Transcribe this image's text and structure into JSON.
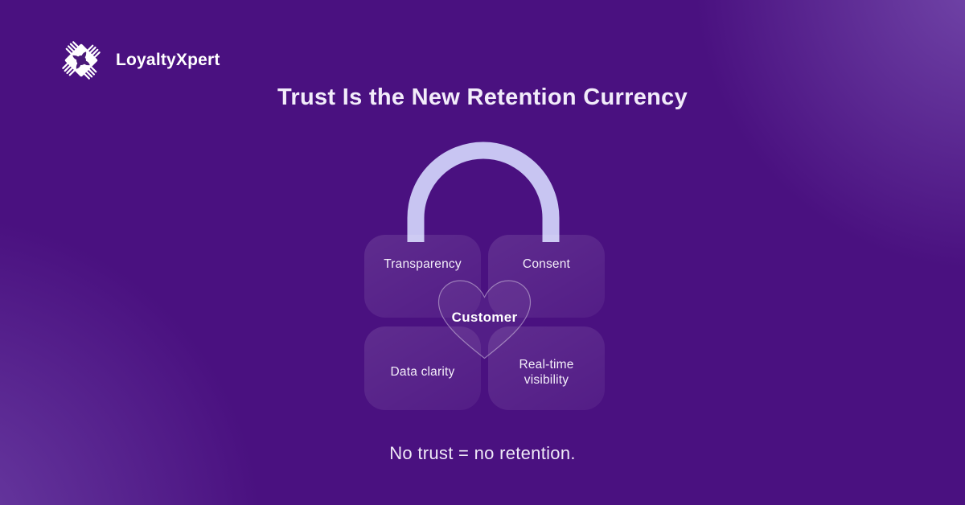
{
  "brand": {
    "name": "LoyaltyXpert"
  },
  "title": "Trust Is the New Retention Currency",
  "lock": {
    "pillars": [
      {
        "label": "Transparency"
      },
      {
        "label": "Consent"
      },
      {
        "label": "Data clarity"
      },
      {
        "label": "Real-time visibility"
      }
    ],
    "center_label": "Customer"
  },
  "footer": {
    "tagline": "No trust = no retention."
  },
  "colors": {
    "background_base": "#4a1180",
    "background_glow": "#8d6ec7",
    "card_tint": "rgba(255,255,255,0.09)",
    "shackle": "#c8c5f2",
    "heart_outline": "rgba(255,255,255,0.40)",
    "text": "#f2ecfa"
  }
}
